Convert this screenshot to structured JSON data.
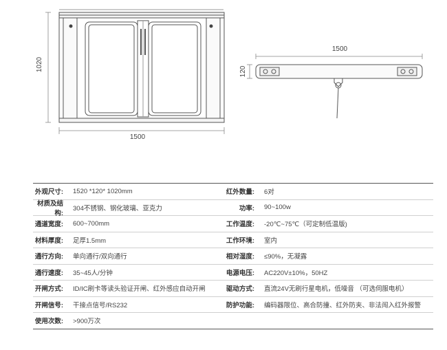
{
  "drawings": {
    "front_width_label": "1500",
    "front_height_label": "1020",
    "top_width_label": "1500",
    "top_height_label": "120"
  },
  "specs": [
    {
      "left_label": "外观尺寸:",
      "left_value": "1520 *120* 1020mm",
      "right_label": "红外数量:",
      "right_value": "6对"
    },
    {
      "left_label": "材质及结构:",
      "left_value": "304不锈钢、钢化玻璃、亚克力",
      "right_label": "功率:",
      "right_value": "90~100w"
    },
    {
      "left_label": "通道宽度:",
      "left_value": "600~700mm",
      "right_label": "工作温度:",
      "right_value": "-20℃~75℃（可定制低温版)"
    },
    {
      "left_label": "材料厚度:",
      "left_value": "足厚1.5mm",
      "right_label": "工作环境:",
      "right_value": "室内"
    },
    {
      "left_label": "通行方向:",
      "left_value": "单向通行/双向通行",
      "right_label": "相对湿度:",
      "right_value": "≤90%，无凝露"
    },
    {
      "left_label": "通行速度:",
      "left_value": "35~45人/分钟",
      "right_label": "电源电压:",
      "right_value": "AC220V±10%，50HZ"
    },
    {
      "left_label": "开闸方式:",
      "left_value": "ID/IC刷卡等读头验证开闸、红外感应自动开闸",
      "right_label": "驱动方式:",
      "right_value": "直流24V无刷行星电机，低噪音 （可选伺服电机）"
    },
    {
      "left_label": "开闸信号:",
      "left_value": "干接点信号/RS232",
      "right_label": "防护功能:",
      "right_value": "编码器限位、高合防撞、红外防夹、非法闯入红外报警"
    },
    {
      "left_label": "使用次数:",
      "left_value": ">900万次",
      "right_label": "",
      "right_value": ""
    }
  ]
}
